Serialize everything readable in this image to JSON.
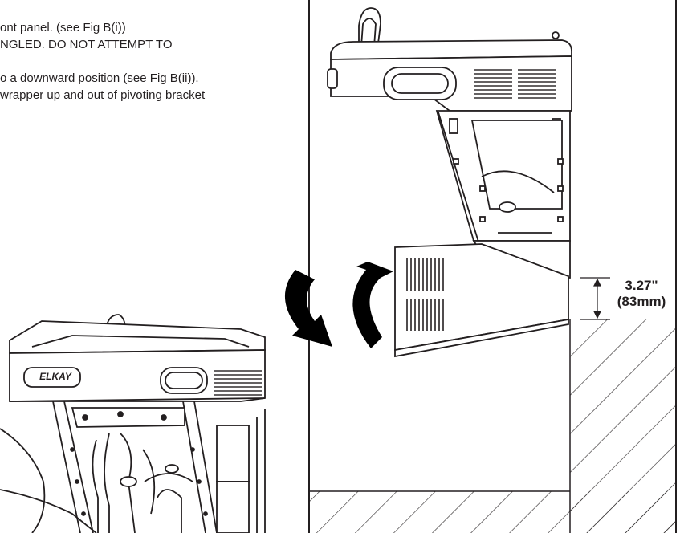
{
  "instructions": {
    "lines": [
      "ont panel. (see Fig B(i))",
      "NGLED. DO NOT ATTEMPT TO",
      "",
      "o a downward position (see Fig B(ii)).",
      "wrapper up and out of pivoting bracket"
    ]
  },
  "dimension": {
    "inches": "3.27\"",
    "mm": "(83mm)"
  },
  "front_unit": {
    "brand": "ELKAY"
  },
  "icons": [
    "rotate-arrow-icon"
  ]
}
